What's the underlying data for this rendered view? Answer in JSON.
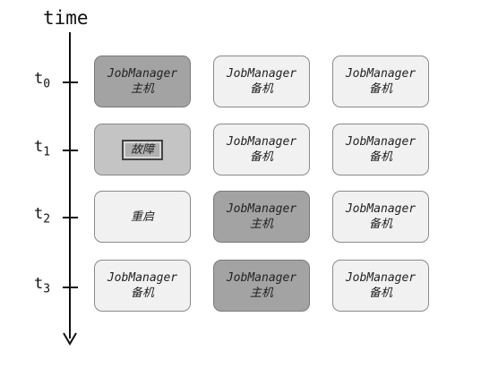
{
  "axis": {
    "title": "time"
  },
  "rows": [
    {
      "label": "t",
      "sub": "0",
      "cells": [
        {
          "state": "primary",
          "line1": "JobManager",
          "line2": "主机"
        },
        {
          "state": "standby",
          "line1": "JobManager",
          "line2": "备机"
        },
        {
          "state": "standby",
          "line1": "JobManager",
          "line2": "备机"
        }
      ]
    },
    {
      "label": "t",
      "sub": "1",
      "cells": [
        {
          "state": "failed",
          "tag": "故障"
        },
        {
          "state": "standby",
          "line1": "JobManager",
          "line2": "备机"
        },
        {
          "state": "standby",
          "line1": "JobManager",
          "line2": "备机"
        }
      ]
    },
    {
      "label": "t",
      "sub": "2",
      "cells": [
        {
          "state": "restart",
          "line1": "重启"
        },
        {
          "state": "primary",
          "line1": "JobManager",
          "line2": "主机"
        },
        {
          "state": "standby",
          "line1": "JobManager",
          "line2": "备机"
        }
      ]
    },
    {
      "label": "t",
      "sub": "3",
      "cells": [
        {
          "state": "standby",
          "line1": "JobManager",
          "line2": "备机"
        },
        {
          "state": "primary",
          "line1": "JobManager",
          "line2": "主机"
        },
        {
          "state": "standby",
          "line1": "JobManager",
          "line2": "备机"
        }
      ]
    }
  ]
}
